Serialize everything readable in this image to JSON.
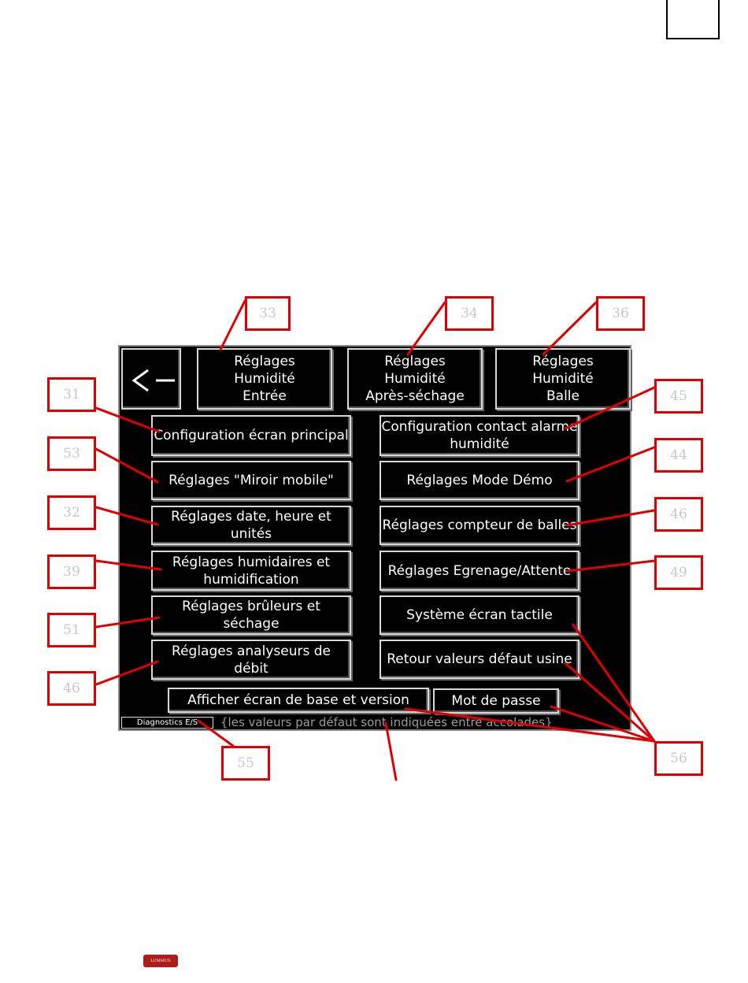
{
  "screen": {
    "tabs": [
      {
        "label": "Réglages\nHumidité\nEntrée"
      },
      {
        "label": "Réglages\nHumidité\nAprès-séchage"
      },
      {
        "label": "Réglages\nHumidité\nBalle"
      }
    ],
    "left_buttons": [
      {
        "label": "Configuration écran principal"
      },
      {
        "label": "Réglages \"Miroir mobile\""
      },
      {
        "label": "Réglages date, heure et unités"
      },
      {
        "label": "Réglages humidaires et\nhumidification"
      },
      {
        "label": "Réglages brûleurs et séchage"
      },
      {
        "label": "Réglages analyseurs de débit"
      }
    ],
    "right_buttons": [
      {
        "label": "Configuration contact alarme\nhumidité"
      },
      {
        "label": "Réglages Mode Démo"
      },
      {
        "label": "Réglages compteur de balles"
      },
      {
        "label": "Réglages Egrenage/Attente"
      },
      {
        "label": "Système écran tactile"
      },
      {
        "label": "Retour valeurs défaut usine"
      }
    ],
    "bottom": {
      "base_screen": "Afficher écran de base et version",
      "password": "Mot de passe",
      "diagnostics": "Diagnostics E/S",
      "defaults_note": "{les valeurs par défaut sont indiquées entre accolades}"
    }
  },
  "callouts": {
    "c33": "33",
    "c34": "34",
    "c36": "36",
    "c31": "31",
    "c53": "53",
    "c32": "32",
    "c39": "39",
    "c51": "51",
    "c46a": "46",
    "c45": "45",
    "c44": "44",
    "c46b": "46",
    "c49": "49",
    "c56": "56",
    "c55": "55"
  },
  "logo_text": "LUMMUS",
  "colors": {
    "callout_border": "#e00000",
    "callout_text": "#c8c8c8",
    "screen_bg": "#000000"
  }
}
